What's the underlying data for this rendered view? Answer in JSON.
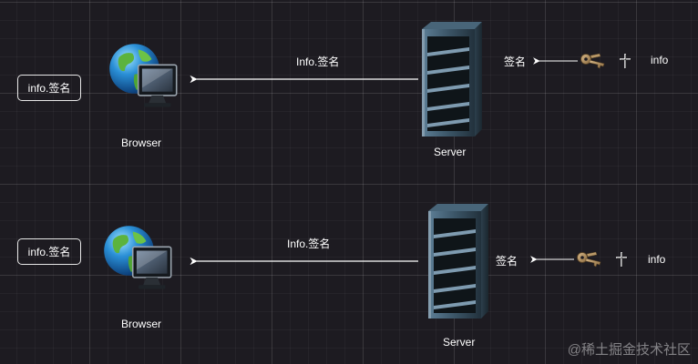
{
  "rows": [
    {
      "box_label": "info.签名",
      "browser_label": "Browser",
      "arrow_label": "Info.签名",
      "server_label": "Server",
      "sign_label": "签名",
      "info_label": "info"
    },
    {
      "box_label": "info.签名",
      "browser_label": "Browser",
      "arrow_label": "Info.签名",
      "server_label": "Server",
      "sign_label": "签名",
      "info_label": "info"
    }
  ],
  "watermark": "@稀土掘金技术社区",
  "icons": {
    "browser": "globe-monitor-icon",
    "server": "server-rack-icon",
    "key": "key-icon",
    "plus": "plus-icon"
  },
  "colors": {
    "background": "#1d1b21",
    "line": "#ffffff",
    "box_border": "#e8e8e8"
  }
}
